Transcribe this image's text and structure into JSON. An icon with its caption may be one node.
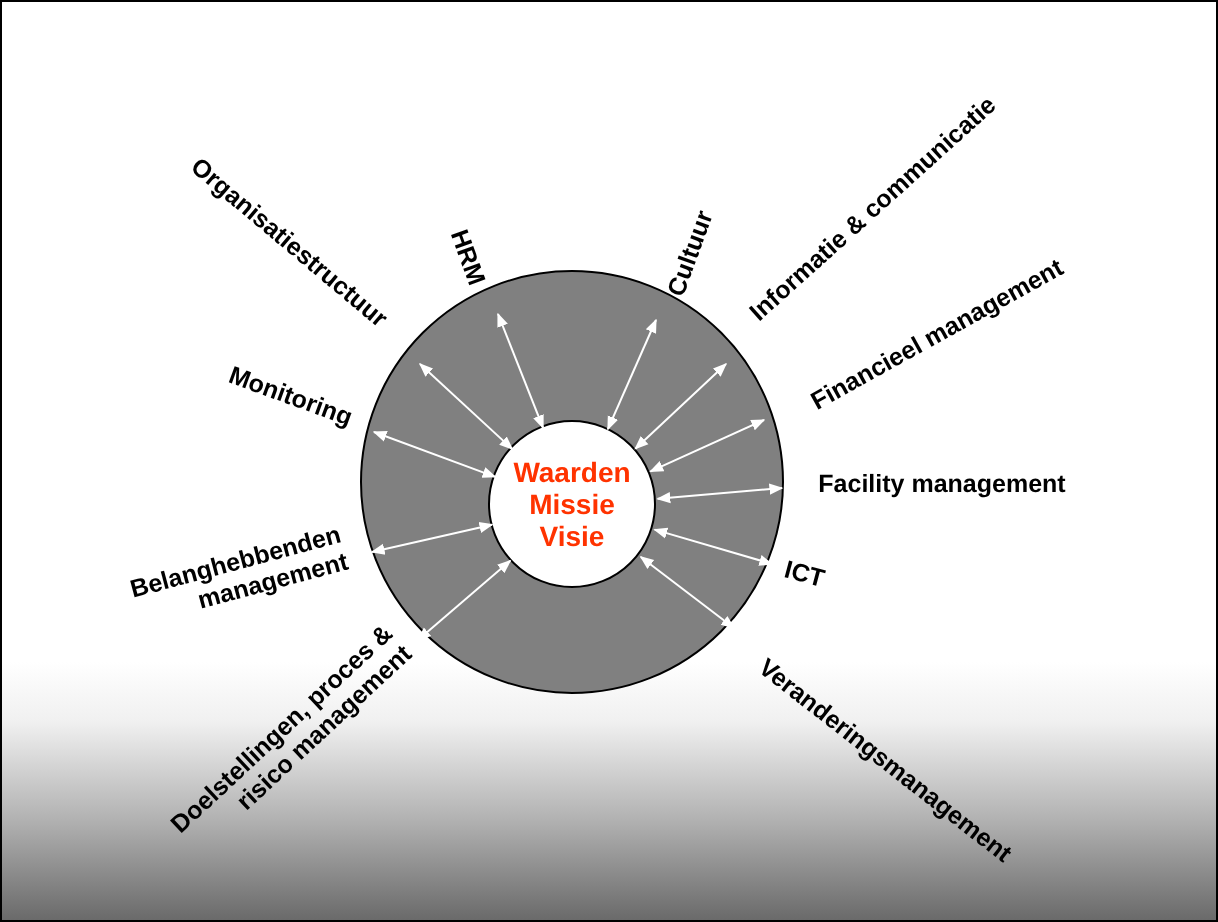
{
  "diagram": {
    "nodes": [
      {
        "text": [],
        "shape": "circle"
      },
      {
        "text": [
          "Waarden Missie Visie"
        ],
        "in": 0
      },
      {
        "text": [
          "Organisatiestructuur"
        ]
      },
      {
        "text": [
          "HRM"
        ]
      },
      {
        "text": [
          "Cultuur"
        ]
      },
      {
        "text": [
          "Informatie & communicatie"
        ]
      },
      {
        "text": [
          "Financieel management"
        ]
      },
      {
        "text": [
          "Facility management"
        ]
      },
      {
        "text": [
          "ICT"
        ]
      },
      {
        "text": [
          "Veranderingsmanagement"
        ]
      },
      {
        "text": [
          "Doelstellingen, proces & risico management"
        ]
      },
      {
        "text": [
          "Belanghebbenden management"
        ]
      },
      {
        "text": [
          "Monitoring"
        ]
      }
    ],
    "edges": [
      {
        "from": 1,
        "to": 2,
        "arrow": "both"
      },
      {
        "from": 1,
        "to": 3,
        "arrow": "both"
      },
      {
        "from": 1,
        "to": 4,
        "arrow": "both"
      },
      {
        "from": 1,
        "to": 5,
        "arrow": "both"
      },
      {
        "from": 1,
        "to": 6,
        "arrow": "both"
      },
      {
        "from": 1,
        "to": 7,
        "arrow": "both"
      },
      {
        "from": 1,
        "to": 8,
        "arrow": "both"
      },
      {
        "from": 1,
        "to": 9,
        "arrow": "both"
      },
      {
        "from": 1,
        "to": 10,
        "arrow": "both"
      },
      {
        "from": 1,
        "to": 11,
        "arrow": "both"
      },
      {
        "from": 1,
        "to": 12,
        "arrow": "both"
      }
    ]
  }
}
